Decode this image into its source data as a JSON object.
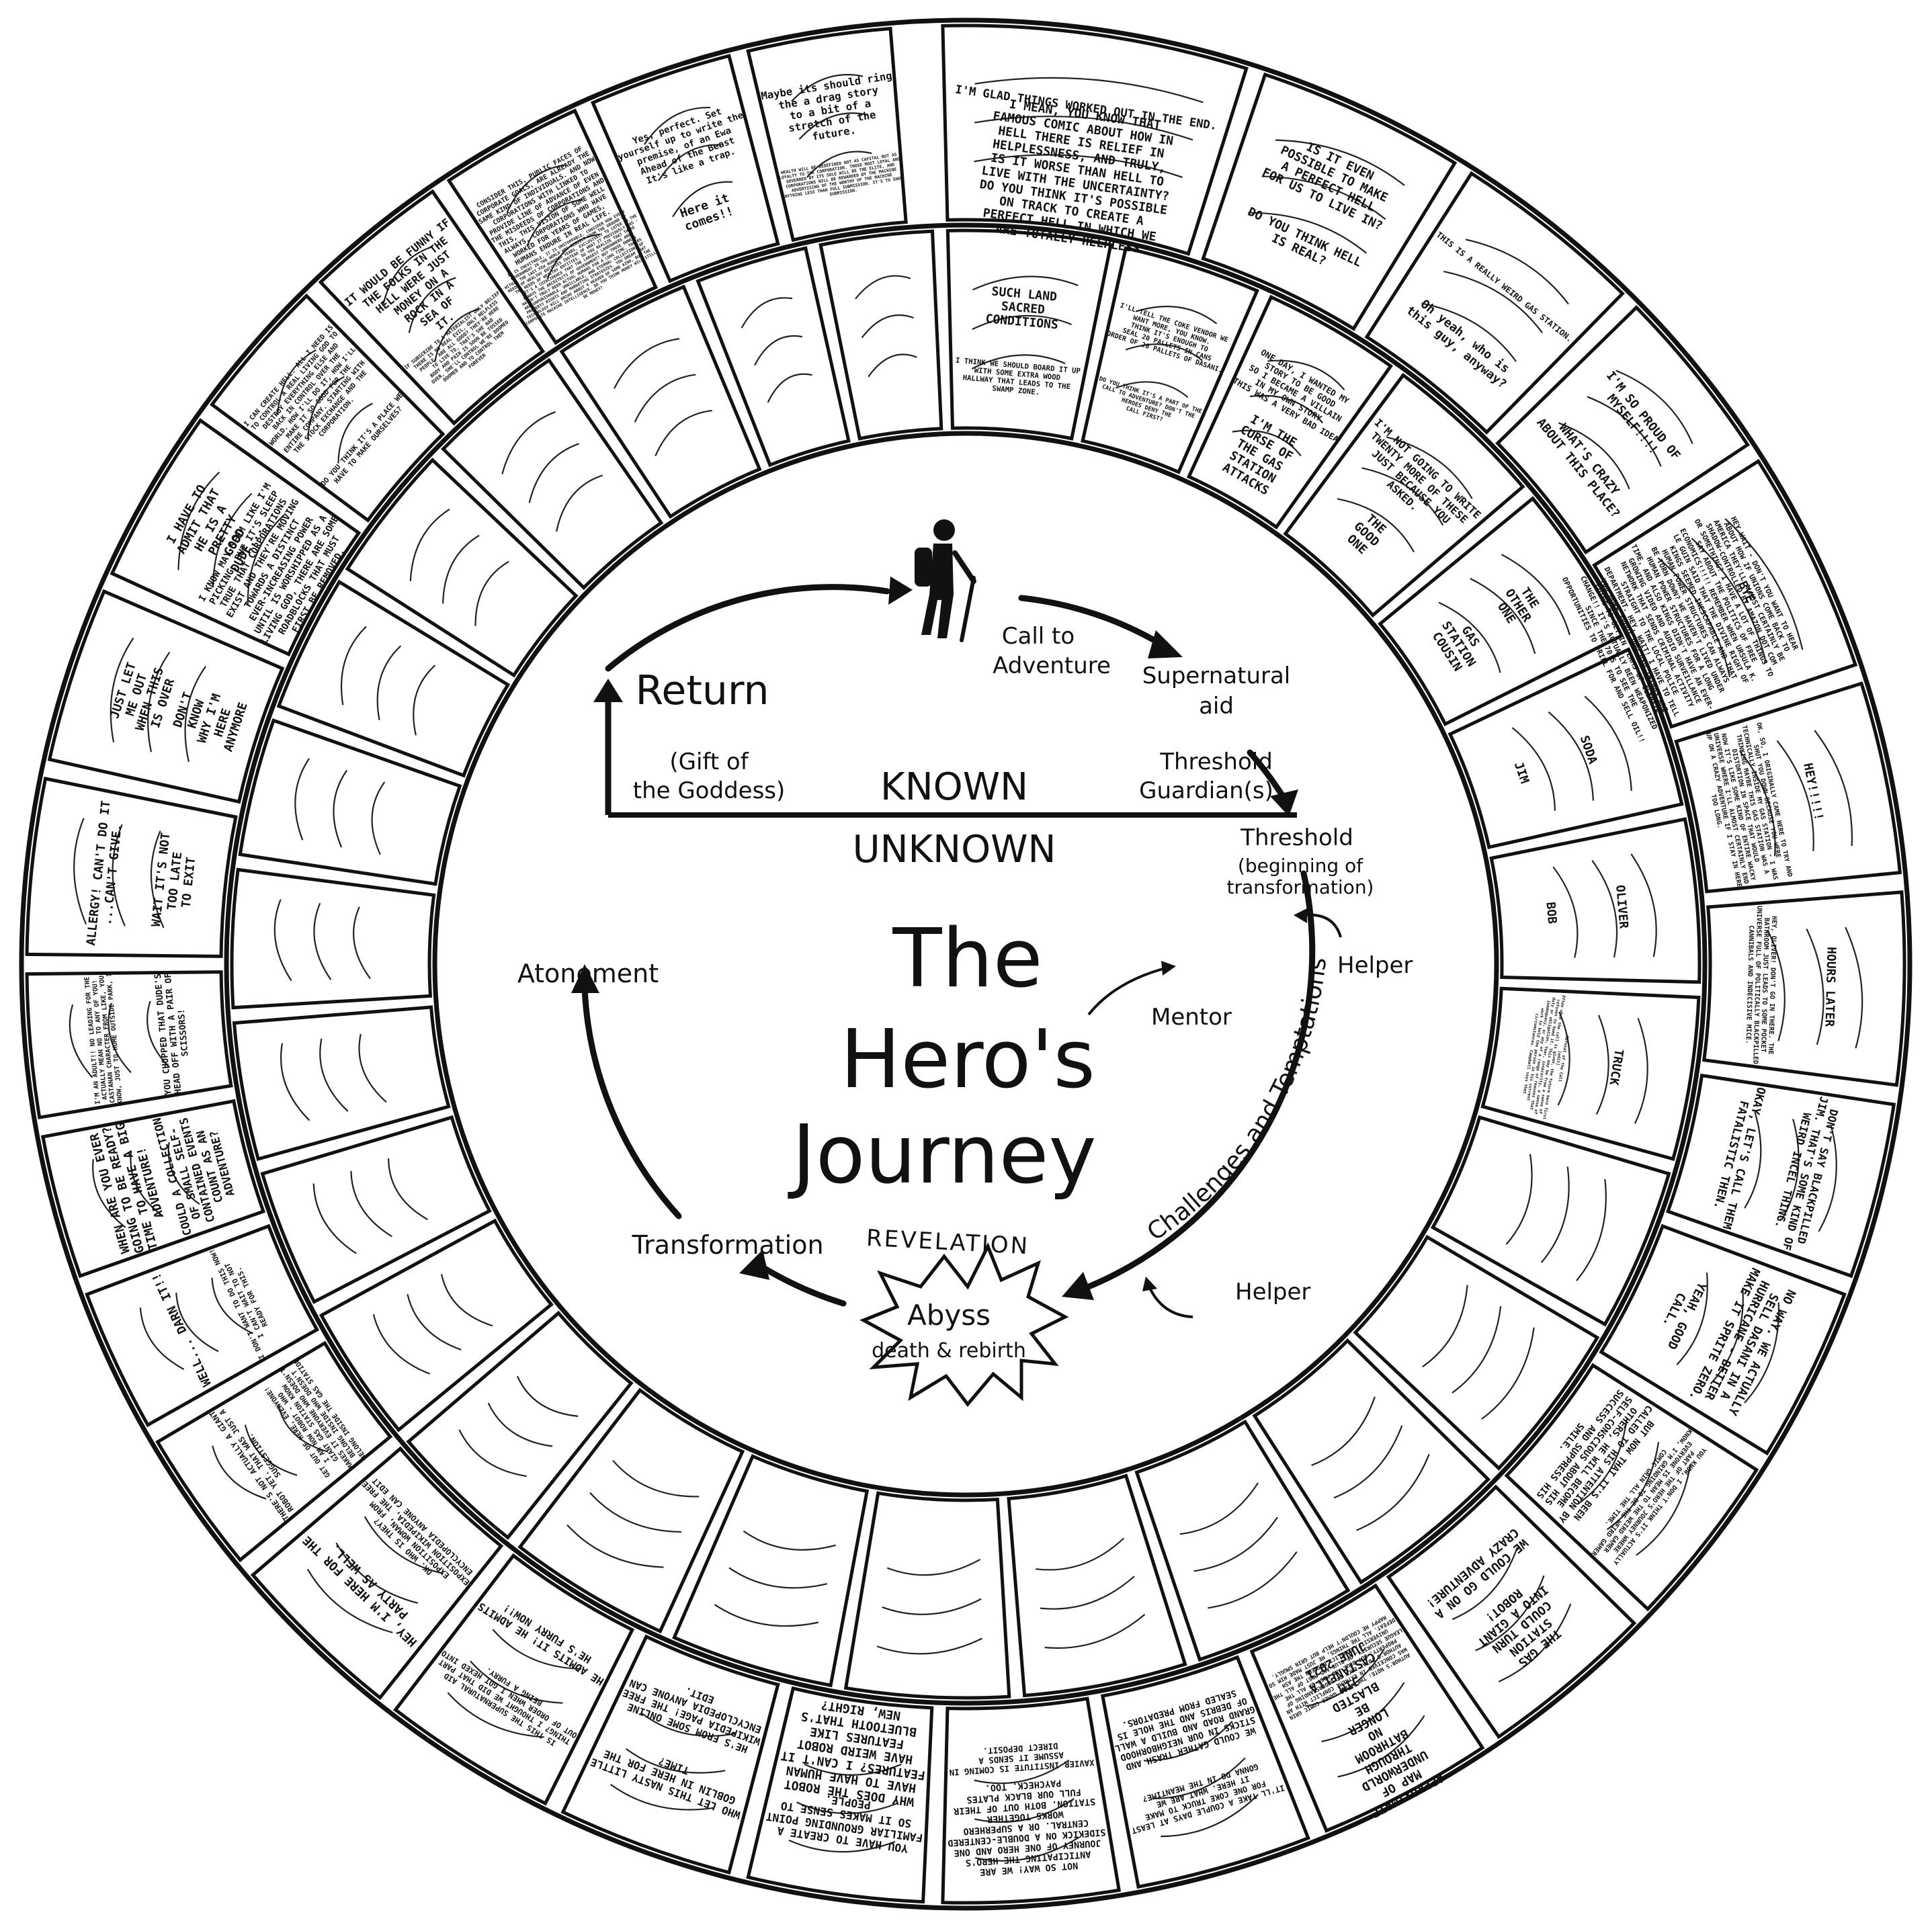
{
  "diagram": {
    "title_lines": [
      "The",
      "Hero's",
      "Journey"
    ],
    "known": "KNOWN",
    "unknown": "UNKNOWN",
    "revelation": "REVELATION",
    "abyss": "Abyss",
    "abyss_sub": "death & rebirth",
    "stages": {
      "return": "Return",
      "gift_line1": "(Gift of",
      "gift_line2": "the Goddess)",
      "call_line1": "Call to",
      "call_line2": "Adventure",
      "aid_line1": "Supernatural",
      "aid_line2": "aid",
      "guardian_line1": "Threshold",
      "guardian_line2": "Guardian(s)",
      "threshold": "Threshold",
      "threshold_sub1": "(beginning of",
      "threshold_sub2": "transformation)",
      "helper_top": "Helper",
      "mentor": "Mentor",
      "challenges": "Challenges and Temptations",
      "helper_bottom": "Helper",
      "transformation": "Transformation",
      "atonement": "Atonement"
    }
  },
  "comic_captions": {
    "c1": [
      "I'M GLAD THINGS WORKED OUT IN THE END."
    ],
    "c2": [
      "I MEAN, YOU KNOW THAT",
      "FAMOUS COMIC ABOUT HOW IN",
      "HELL THERE IS RELIEF IN",
      "HELPLESSNESS, AND TRULY,",
      "IS IT WORSE THAN HELL TO",
      "LIVE WITH THE UNCERTAINTY?",
      "DO YOU THINK IT'S POSSIBLE",
      "ON TRACK TO CREATE A",
      "PERFECT HELL IN WHICH WE",
      "ARE TOTALLY HELPLESS"
    ],
    "c3": [
      "IS IT EVEN",
      "POSSIBLE TO MAKE",
      "A PERFECT HELL",
      "FOR US TO LIVE IN?"
    ],
    "c4": [
      "DO YOU THINK HELL",
      "IS REAL?"
    ],
    "c5": [
      "THIS IS A REALLY WEIRD GAS STATION."
    ],
    "c6": [
      "Oh yeah, who is",
      "this guy, anyway?"
    ],
    "c7": [
      "I'M SO PROUD OF",
      "MYSELF!!!!"
    ],
    "c8": [
      "WHAT'S CRAZY",
      "ABOUT THIS PLACE?"
    ],
    "c9": [
      "BYE"
    ],
    "c10": [
      "HEY WAIT - DON'T YOU WANT TO HEAR",
      "ABOUT HOW IF UNIONS COME BACK TO",
      "AMERICA THEY'LL ALMOST CERTAINLY BE",
      "SHADOW-CONTROLLED BY AMAZON DOT COM",
      "OR SOMETHING? I HAVE A LOT OF THINGS TO",
      "SAY ABOUT THE POLITICS OF FREE",
      "ECONOMICS!!!!! REMEMBER WHEN URSULA K.",
      "LE GUIN SAID THAT THE DIVINE RIGHT OF",
      "KINGS SEEMED INESCAPABLE AND THAT",
      "HUMAN POWER STRUCTURES CAN ALWAYS",
      "BE TORN DOWN? WE HAVEN'T LIVED UNDER",
      "HUMAN POWER STRUCTURES FOR A LONG",
      "TIME, AND ALSO KINGS DIDN'T HAVE AN EVER-",
      "GROWING VIDEO AND AUDIO SURVEILLANCE",
      "NETWORK THAT SENDS CRIMINAL ACTIVITY",
      "STRAIGHT TO THE LOCAL POLICE",
      "DEPARTMENT. HEY, WAIT! I HAVE TO TELL",
      "YOU MORE ABOUT HOW BAD THINGS ARE",
      "GOING TO GET IN TERMS OF CLIMATE",
      "CHANGE!! IT'S ACTUALLY BEEN WEAPONIZED",
      "SINCE THE 70'S TO SEE THE",
      "OPPORTUNITIES TO DRILL FOR AND SELL OIL!!"
    ],
    "c11": [
      "HEY!!!!!"
    ],
    "c12": [
      "OK, SO, I ORIGINALLY CAME HERE TO TRY AND",
      "SHUT YOU DOWN BECAUSE YOU WERE",
      "TECHNICALLY INSIDE MY GAS STATION - I WAS",
      "THINKING MAYBE THIS GAS STATION WAS A",
      "DISTORTION IN SPACE THAT WOULD",
      "NOW IT'S LIKE SOME KIND OF ENTIRE WACKY",
      "UNIVERSE WHERE I'LL ALMOST CERTAINLY END",
      "UP ON A CRAZY ADVENTURE IF I STAY IN HERE",
      "TOO LONG."
    ],
    "c13": [
      "HOURS LATER"
    ],
    "c14": [
      "HEY, OLIVER! DON'T GO IN THERE. THE",
      "BATHROOM JUST LEADS TO SOME POCKET",
      "UNIVERSE FULL OF POLITICALLY BLACKPILLED",
      "CANNIBALS AND INDECISIVE MICE."
    ],
    "c15": [
      "DON'T SAY BLACKPILLED",
      "JIM. THAT'S SOME KIND OF",
      "WEIRD INCEL THING."
    ],
    "c16": [
      "OKAY, LET'S CALL THEM",
      "FATALISTIC THEN."
    ],
    "c17": [
      "NO WAY. WE ACTUALLY",
      "SELL DASANI IN A",
      "HURRICANE - BETTER",
      "MAKE IT SPRITE ZERO."
    ],
    "c18": [
      "YEAH, GOOD",
      "CALL."
    ],
    "c19": [
      "YOU KNOW, I DON'T THINK IT'S ACTUALLY",
      "PART OF THE HERO'S JOURNEY WHERE",
      "EVERYONE IS MEAN TO THE WEIRD GAMER",
      "KNOW, I'M GRINDING TO BE THE WEIRD GAMER",
      "COMIC GRIN ALL THE TIME."
    ],
    "c20": [
      "BUT NOW THAT IT'S BEEN",
      "CALLED TO HIS ATTENTION BY",
      "OTHERS, HE WILL BECOME",
      "SELF-CONSCIOUS ABOUT HIS",
      "SUCCESS AND SUPPRESS HIS",
      "SMILE."
    ],
    "c21": [
      "THE GAS",
      "STATION",
      "COULD TURN",
      "INTO A GIANT",
      "ROBOT!"
    ],
    "c22": [
      "WE COULD GO ON A",
      "CRAZY ADVENTURE!"
    ],
    "c23": [
      "APPROXIMATE",
      "MAP OF",
      "UNDERWORLD",
      "THROUGH",
      "BATHROOM",
      "NO",
      "LONGER",
      "BE",
      "BLASTED",
      "JIM",
      "CASTANELLA",
      "JUNE 2021"
    ],
    "c24": [
      "AUTHOR'S NOTE: THE WEIRD GAMER COMIC GRIN",
      "WAS CONCEIVED IN EXTREME CONFLICT WITH AN",
      "AUTHOR'S TOTAL LACK OF UNDERSTANDING OF",
      "PROPERTY. BUT BLUE AND MOST OF ALL THE",
      "LEAGUE SECURITY. OF BLUE AND MOST OF ALL THE",
      "UNIVERSITY. CONFLICT BETWEEN THE ASH",
      "DEFEAT. ALL THE THINGS, HE JUST MADE HIM SO",
      "HAPPY HE COULDN'T HELP BUT GRIN SMUGLY."
    ],
    "c25": [
      "IT'LL TAKE A COUPLE DAYS AT LEAST",
      "FOR ONE COKE TRUCK TO MAKE",
      "IT HERE. WHAT ARE WE",
      "GONNA DO IN THE MEANTIME?"
    ],
    "c26": [
      "WE COULD GATHER TRASH AND",
      "STICKS IN OUR NEIGHBORHOOD",
      "GRAND ROAD AND BUILD A WALL",
      "OF DEBRIS AND THE HOLE IS",
      "SEALED FROM PREDATORS."
    ],
    "c27": [
      "NOT SO WAY! WE ARE",
      "ANTICIPATING THE HERO'S",
      "JOURNEY OF ONE HERO AND ONE",
      "SIDEKICK ON A DOUBLE-CENTERED",
      "CENTRAL. OR A SUPERHERO",
      "WORKS TOGETHER",
      "STATION. BOTH OUT OF THEIR",
      "FULL OUR BLACK PLATES",
      "PAYCHECK. TOO."
    ],
    "c28": [
      "XAVIER INSTITUTE IS COMING IN",
      "ASSUME IT SENDS A",
      "DIRECT DEPOSIT."
    ],
    "c29": [
      "YOU HAVE TO CREATE A",
      "FAMILIAR GROUNDING POINT",
      "SO IT MAKES SENSE TO",
      "PEOPLE."
    ],
    "c30": [
      "WHY DOES THE ROBOT",
      "HAVE TO HAVE HUMAN",
      "FEATURES? I CAN'T IT",
      "HAVE WEIRD ROBOT",
      "FEATURES LIKE",
      "BLUETOOTH THAT'S",
      "NEW, RIGHT?"
    ],
    "c31": [
      "WHO LET THIS NASTY LITTLE",
      "GOBLIN IN HERE FOR THE",
      "TIME?"
    ],
    "c32": [
      "HE'S FROM SOME ONLINE",
      "WIKIPEDIA PAGE! THE FREE",
      "ENCYCLOPEDIA ANYONE CAN",
      "EDIT."
    ],
    "c33": [
      "IS THIS THE SUPERNATURAL AID",
      "THING? I THOUGHT WE DID THAT PART",
      "OUT OF ORDER WHEN I GOT HEXED INTO",
      "BEING A FURRY."
    ],
    "c34": [
      "HE ADMITS IT! HE ADMITS",
      "HE'S FURRY NOW!!"
    ],
    "c35": [
      "HEY, I'M HERE FOR THE",
      "PARTY AS WELL."
    ],
    "c36": [
      "OK. WHO IS THEY?",
      "EXPOSITION WOMAN, FROM",
      "EXPOSITION WIKIPEDIA, THE FREE",
      "ENCYCLOPEDIA ANYONE CAN EDIT"
    ],
    "c37": [
      "THERE'S NOT ACTUALLY A GIANT",
      "ROBOT YET. THAT WAS JUST A",
      "SUGGESTION."
    ],
    "c38": [
      "GET OUT OF HERE, EVERYONE!",
      "I AM NOW ROBOT - WHO",
      "GIANT GAS STATION KNOW",
      "MAKES IT EVERYONE WHO DOESN'T",
      "BELONG INSIDE WHO DOESN'T",
      "BELONG INSIDE THE GAS STATION"
    ],
    "c39": [
      "WELL... DARN IT!!"
    ],
    "c40": [
      "I DON'T WANT TO DO THIS NOW!",
      "I CAN'T WAIT TO NOT",
      "READY FOR THIS."
    ],
    "c41": [
      "WHEN ARE YOU EVER",
      "GOING TO BE READY?",
      "TIME TO HAVE A BIG",
      "ADVENTURE!"
    ],
    "c42": [
      "COULD A COLLECTION",
      "OF SMALL SELF-",
      "CONTAINED EVENTS",
      "COUNT AS AN",
      "ADVENTURE?"
    ],
    "c43": [
      "I'M AN ADULT!! NO LEADING FOR THE",
      "ACTUALLY MEAN NO TO ANY OF YOU!",
      "CASTANAN CHARACTER FROM LIKE, YOU",
      "KNOW, JUST TO HOME OUTSIDE PARK, I"
    ],
    "c44": [
      "YOU CHOPPED THAT DUDE'S",
      "HEAD OFF WITH A PAIR OF",
      "SCISSORS!"
    ],
    "c45": [
      "ALLERGY! CAN'T DO IT",
      "...CAN'T GIVE."
    ],
    "c46": [
      "WAIT IT'S NOT",
      "TOO LATE",
      "TO EXIT"
    ],
    "c47": [
      "JUST LET",
      "ME OUT",
      "WHEN THIS",
      "IS OVER"
    ],
    "c48": [
      "DON'T",
      "KNOW",
      "WHY I'M",
      "HERE",
      "ANYMORE"
    ],
    "c49": [
      "I HAVE TO",
      "ADMIT THAT",
      "HE IS A",
      "PRETTY",
      "GOOD",
      "DUDE..."
    ],
    "c50": [
      "I KNOW MAY SEEM LIKE I'M",
      "PICKING, BUT IT'S SLEEP",
      "TRUE THAT CORPORATIONS",
      "EXIST AND THEY'RE MOVING",
      "TOWARDS A DISTINCT",
      "EVER-INCREASING POWER",
      "UNTIL IS WORSHIPPED AS A",
      "LIVING GOD, THERE ARE SOME",
      "ROADBLOCKS THAT MUST",
      "FIRST BE REMOVED."
    ],
    "c51": [
      "I CAN CREATE HELL. ALL I NEED IS",
      "TO CONTROL A REAL LIVING GOD TO",
      "DESTROY EVERYTHING ELSE AND",
      "BACK IN CONTROL OVER THE",
      "WORLD. HOW I'LL DO IT, HOW I'LL",
      "MAKE IT SO GOOD FOR THE",
      "ENTIRE COMPANY. STARTING WITH",
      "THE STOCK EXCHANGE AND THE",
      "CORPORATION."
    ],
    "c52": [
      "DO YOU THINK IT'S A PLACE WE",
      "HAVE TO MAKE OURSELVES?"
    ],
    "c53": [
      "IT WOULD BE FUNNY IF",
      "THE FOLKS IN THE",
      "HELL WERE JUST",
      "MONEY ON A",
      "ROCK IN A",
      "SEA OF",
      "IT."
    ],
    "c54": [
      "IF SUBSCRIBE TO A MATERIALIST ONLY BELIEF",
      "THERE IS NO REAL EVIL, ONLY HELPLESS",
      "PEOPLE. ARE ALL GOOD? THEY'RE HERE",
      "TO LIVE TO, THAT'S SHE HAD",
      "BODY AND PAIN IS SOON BE TOSSED",
      "OVER, SHE'LL CONTROL WE'RE DOOMED",
      "DOOMED AND TO CONTROL THEM",
      "FOREVER"
    ],
    "c55": [
      "CONSIDER THIS, PUBLIC FACES OF",
      "CORPORATE GOALS, ARE ALREADY THE",
      "SAME KIND OF INDIVIDUALS. AND NOW",
      "CORPORATIONS WITH LINKED TO",
      "PROVIDE LINE OF ADVANCE OF EVEN",
      "THE MISDEEDS OF CORPORATIONS AND",
      "THIS, THIS VISION OF SOME WELL",
      "ALWAYS, CORPORATIONS WHO HAVE",
      "WORKED FOR YEARS OF GAMES,",
      "HUMANS ENDURE IN REAL LIFE."
    ],
    "c56": [
      "IT IS INEVITABLE, IT IS UNSTOPPABLE. CONSIDER HOW EVERY",
      "GOVERNMENT IN THE WORLD WAS REBUILT FROM THE GROUND UP",
      "WITHIN THE LAST FEW HUNDRED YEARS, EXCLUSIVELY TO CATER TO THE",
      "NEEDS OF WEALTHY ENTITIES INSTEAD OF WHAT IT PREVIOUSLY WAS -",
      "THE NEEDS OF WEALTHY ENTITIES. DO YOU REALIZE THAT THESE",
      "IT'S A COINCIDENCE THAT THE LARGEST LANDOWNERS ARE",
      "ALWAYS THE ARCHITECTS OF GOVERNMENT? BUT THOSE OWNERS",
      "HAVEN'T TRULY BEEN ACTUAL HUMANS FOR A LONG TIME. THEIRS",
      "ARE UNPUNISHABLE, UNKILLABLE, AND ETERNAL COLLECTIONS OF",
      "PROPERTY RIGHTS AND MARKETING STRATEGIES. YOU DREAM THAT",
      "TECHNOLOGY WILL BRING ABOUT A HEAVEN OF SOME KIND, BUT THE",
      "CORPORATE MACHINE INTELLIGENCE. DO YOU THINK MONEY WILL STILL",
      "BE MONEY?"
    ],
    "c57": [
      "Yes, perfect. Set",
      "yourself up to write the",
      "premise, of an Ewa",
      "Ahead of the Beast",
      "It's like a trap."
    ],
    "c58": [
      "Here it",
      "comes!!"
    ],
    "c59": [
      "Maybe its should ring",
      "the a drag story",
      "to a bit of a",
      "stretch of the",
      "future."
    ],
    "c60": [
      "WEALTH WILL BE REDEFINED NOT AS CAPITAL BUT AS",
      "LOYALTY TO THE CORPORATION. THOSE MOST LOYAL AND",
      "GOVERNED BY ITS SOLE WILL BE THE ELITE, AND",
      "CORPORATIONS WILL BE REWARDED BY THE MACHINE",
      "ADVERTISING OF THE WORTHY OF THE MACHINE",
      "ANYTHING LESS THAN FULL SUBMISSION. IT'S TO SHOW",
      "SUBMISSION."
    ],
    "c61": [
      "SUCH LAND",
      "SACRED",
      "CONDITIONS"
    ],
    "c62": [
      "I THINK WE SHOULD BOARD IT UP",
      "WITH SOME EXTRA WOOD",
      "HALLWAY THAT LEADS TO THE",
      "SWAMP ZONE."
    ],
    "c63": [
      "I'LL TELL THE COKE VENDOR WE",
      "WANT MORE, YOU KNOW.",
      "THINK IT'S ENOUGH TO",
      "SEAL 20 PALLETS IN CANS",
      "ORDER OF 20 PALLETS OF DASANI."
    ],
    "c64": [
      "DO YOU THINK IT'S A PART OF THE",
      "CALL TO ADVENTURE? DON'T THE",
      "HEROES DENY THE",
      "CALL FIRST?"
    ],
    "c65": [
      "ONE DAY, I WANTED MY",
      "STORY TO BE GOOD",
      "SO I BECAME A VILLAIN",
      "IN MY OWN STORY.",
      "THIS WAS A VERY BAD IDEA"
    ],
    "c66": [
      "I'M THE",
      "CURSE OF",
      "THE GAS",
      "STATION",
      "ATTACKS"
    ],
    "c67": [
      "I'M NOT GOING TO WRITE",
      "TWENTY MORE OF THESE",
      "JUST BECAUSE YOU",
      "ASKED."
    ],
    "c68": [
      "THE",
      "GOOD",
      "ONE"
    ],
    "c69": [
      "THE",
      "OTHER",
      "ONE"
    ],
    "c70": [
      "GAS",
      "STATION",
      "COUSIN"
    ],
    "c71": [
      "SODA"
    ],
    "c72": [
      "JIM"
    ],
    "c73": [
      "OLIVER"
    ],
    "c74": [
      "BOB"
    ],
    "c75": [
      "TRUCK"
    ],
    "c76": [
      "Refusal of the Call",
      "[edit]",
      "Often when the call is given, the future hero first",
      "refuses to heed it. This may be from a sense of",
      "duty or obligation, fear, insecurity, a sense of",
      "inadequacy, or any of a range of reasons that",
      "work to hold the person in his current",
      "circumstances. Campbell says that"
    ]
  }
}
